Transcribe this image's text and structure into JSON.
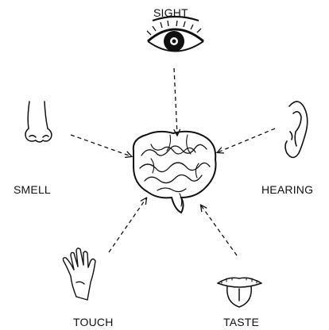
{
  "diagram": {
    "labels": {
      "sight": "SIGHT",
      "smell": "SMELL",
      "hearing": "HEARING",
      "touch": "TOUCH",
      "taste": "TASTE"
    },
    "icons": [
      "eye-icon",
      "nose-icon",
      "ear-icon",
      "hand-icon",
      "tongue-icon",
      "brain-icon"
    ],
    "colors": {
      "ink": "#111111",
      "background": "#ffffff"
    }
  }
}
